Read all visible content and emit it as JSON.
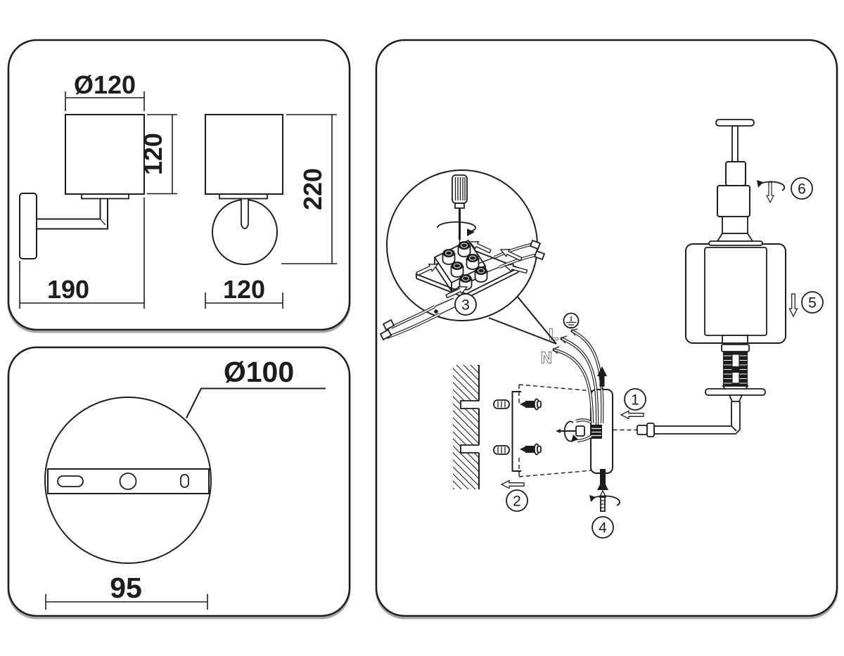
{
  "panel_top_left": {
    "dims": {
      "shade_diameter": "Ø120",
      "shade_height": "120",
      "total_height": "220",
      "arm_projection": "190",
      "shade_width": "120"
    }
  },
  "panel_bottom_left": {
    "dims": {
      "canopy_diameter": "Ø100",
      "mount_hole_spacing": "95"
    }
  },
  "panel_right": {
    "wire_labels": {
      "live": "L",
      "neutral": "N"
    },
    "steps": {
      "s1": "1",
      "s2": "2",
      "s3": "3",
      "s4": "4",
      "s5": "5",
      "s6": "6"
    }
  },
  "colors": {
    "line": "#1d1d1b",
    "background": "#ffffff"
  }
}
